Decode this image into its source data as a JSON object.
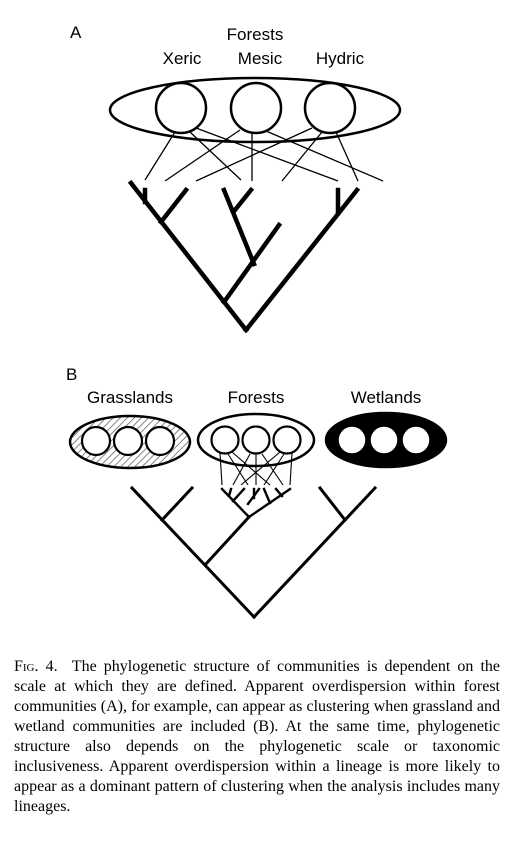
{
  "panel_a": {
    "label": "A",
    "title": "Forests",
    "habitats": [
      "Xeric",
      "Mesic",
      "Hydric"
    ]
  },
  "panel_b": {
    "label": "B",
    "groups": [
      "Grasslands",
      "Forests",
      "Wetlands"
    ]
  },
  "caption": {
    "fig_label": "Fig. 4.",
    "text": "The phylogenetic structure of communities is dependent on the scale at which they are defined. Apparent overdispersion within forest communities (A), for example, can appear as clustering when grassland and wetland communities are included (B). At the same time, phylogenetic structure also depends on the phylogenetic scale or taxonomic inclusiveness. Apparent overdispersion within a lineage is more likely to appear as a dominant pattern of clustering when the analysis includes many lineages."
  }
}
